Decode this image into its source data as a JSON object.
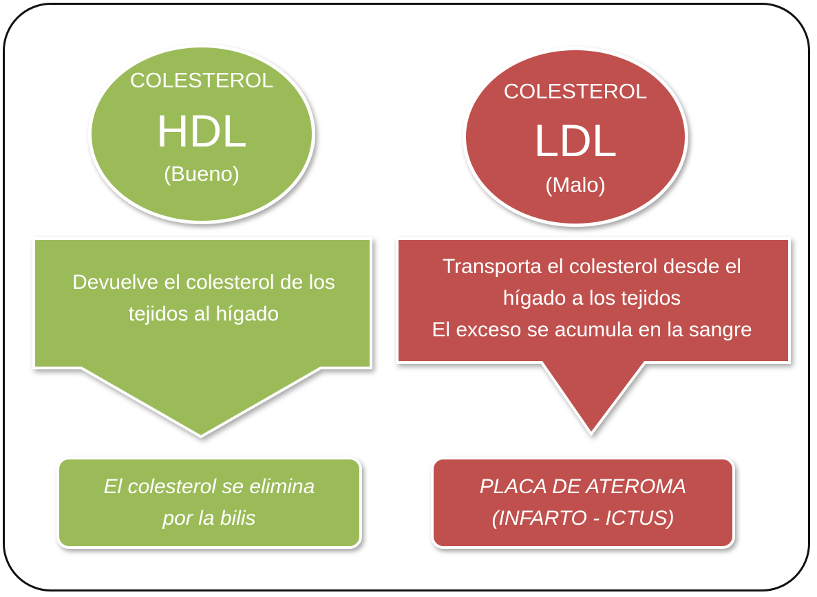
{
  "colors": {
    "green": "#9bbb59",
    "red": "#c0504d",
    "border": "#111111"
  },
  "hdl": {
    "label": "COLESTEROL",
    "type": "HDL",
    "quality": "(Bueno)",
    "description": [
      "Devuelve el colesterol de los",
      "tejidos al hígado"
    ],
    "result": [
      "El colesterol se elimina",
      "por la bilis"
    ]
  },
  "ldl": {
    "label": "COLESTEROL",
    "type": "LDL",
    "quality": "(Malo)",
    "description": [
      "Transporta el colesterol desde el",
      "hígado a los tejidos",
      "El exceso se acumula en la sangre"
    ],
    "result": [
      "PLACA DE ATEROMA",
      "(INFARTO - ICTUS)"
    ]
  }
}
